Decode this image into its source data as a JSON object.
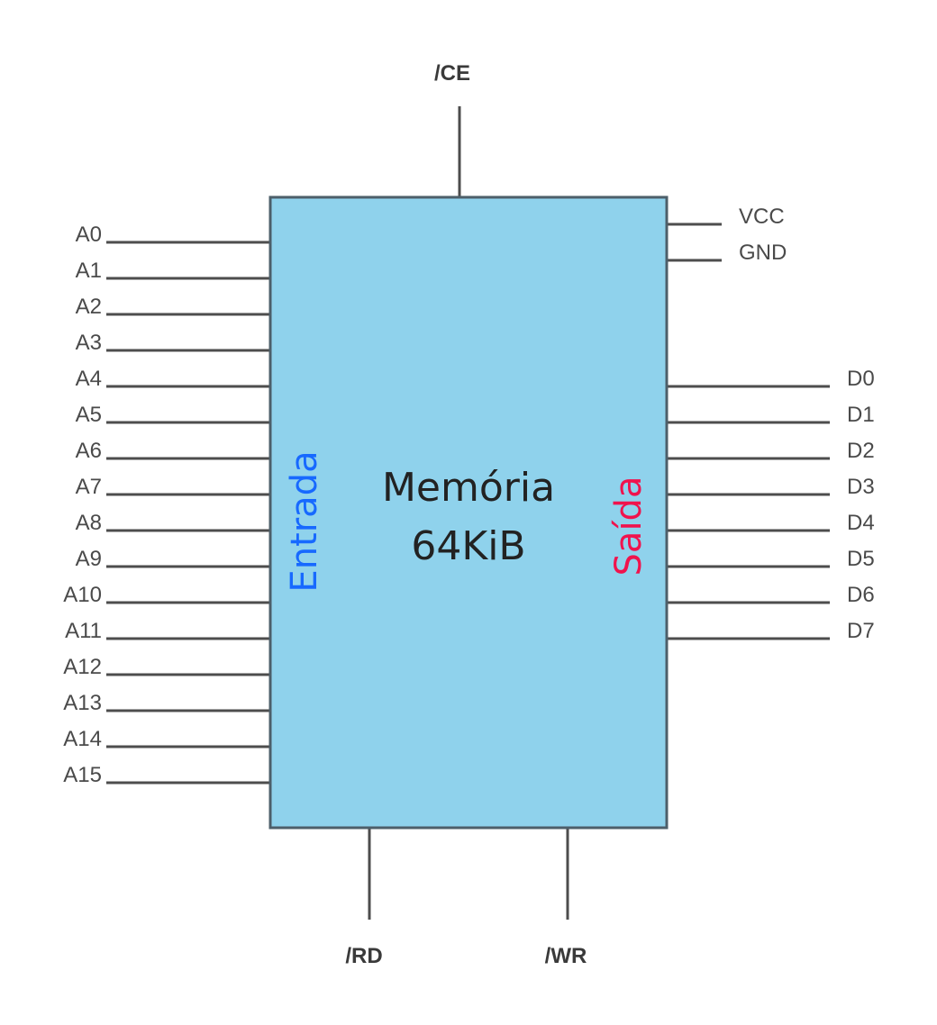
{
  "chip": {
    "title_line1": "Memória",
    "title_line2": "64KiB",
    "input_label": "Entrada",
    "output_label": "Saída",
    "fill_color": "#8fd2ec",
    "border_color": "#4d5f6a",
    "input_color": "#1769ff",
    "output_color": "#f0134d"
  },
  "top_pins": [
    "/CE"
  ],
  "bottom_pins": [
    "/RD",
    "/WR"
  ],
  "power_pins": [
    "VCC",
    "GND"
  ],
  "address_pins": [
    "A0",
    "A1",
    "A2",
    "A3",
    "A4",
    "A5",
    "A6",
    "A7",
    "A8",
    "A9",
    "A10",
    "A11",
    "A12",
    "A13",
    "A14",
    "A15"
  ],
  "data_pins": [
    "D0",
    "D1",
    "D2",
    "D3",
    "D4",
    "D5",
    "D6",
    "D7"
  ]
}
